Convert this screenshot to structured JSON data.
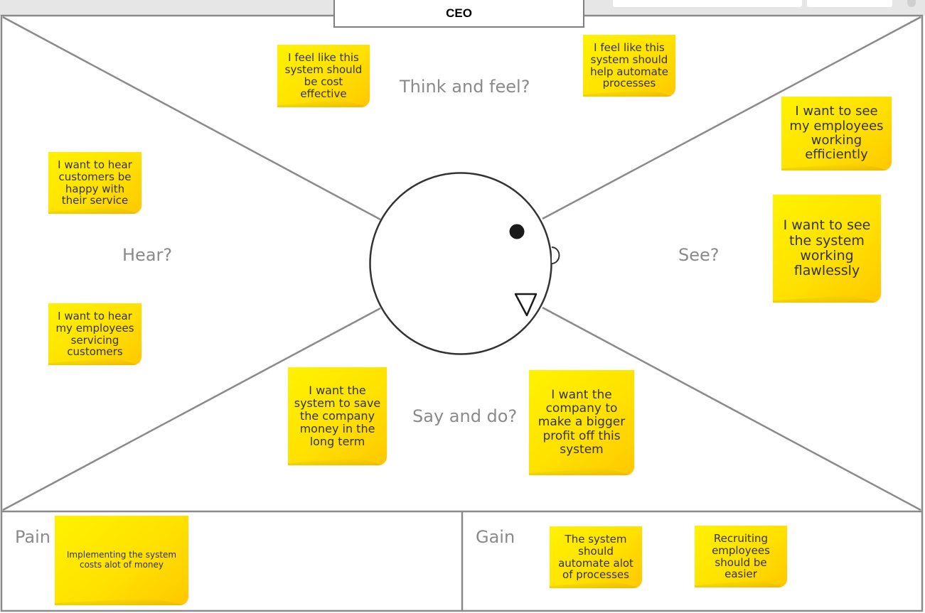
{
  "title": "CEO",
  "quadrants": {
    "think_feel": "Think and feel?",
    "hear": "Hear?",
    "see": "See?",
    "say_do": "Say and do?",
    "pain": "Pain",
    "gain": "Gain"
  },
  "notes": {
    "think_1": "I feel like this system should be cost effective",
    "think_2": "I feel like this system should help automate processes",
    "hear_1": "I want to hear customers be happy with their service",
    "hear_2": "I want to hear my employees servicing customers",
    "see_1": "I want to see my employees working efficiently",
    "see_2": "I want to see the system working flawlessly",
    "say_1": "I want the system to save the company money in the long term",
    "say_2": "I want the company to make a bigger profit off this system",
    "pain_1": "Implementing the system costs alot of money",
    "gain_1": "The system should automate alot of processes",
    "gain_2": "Recruiting employees should be easier"
  },
  "colors": {
    "note": "#ffe600",
    "line": "#8a8a8a",
    "label": "#8a8a8a"
  }
}
